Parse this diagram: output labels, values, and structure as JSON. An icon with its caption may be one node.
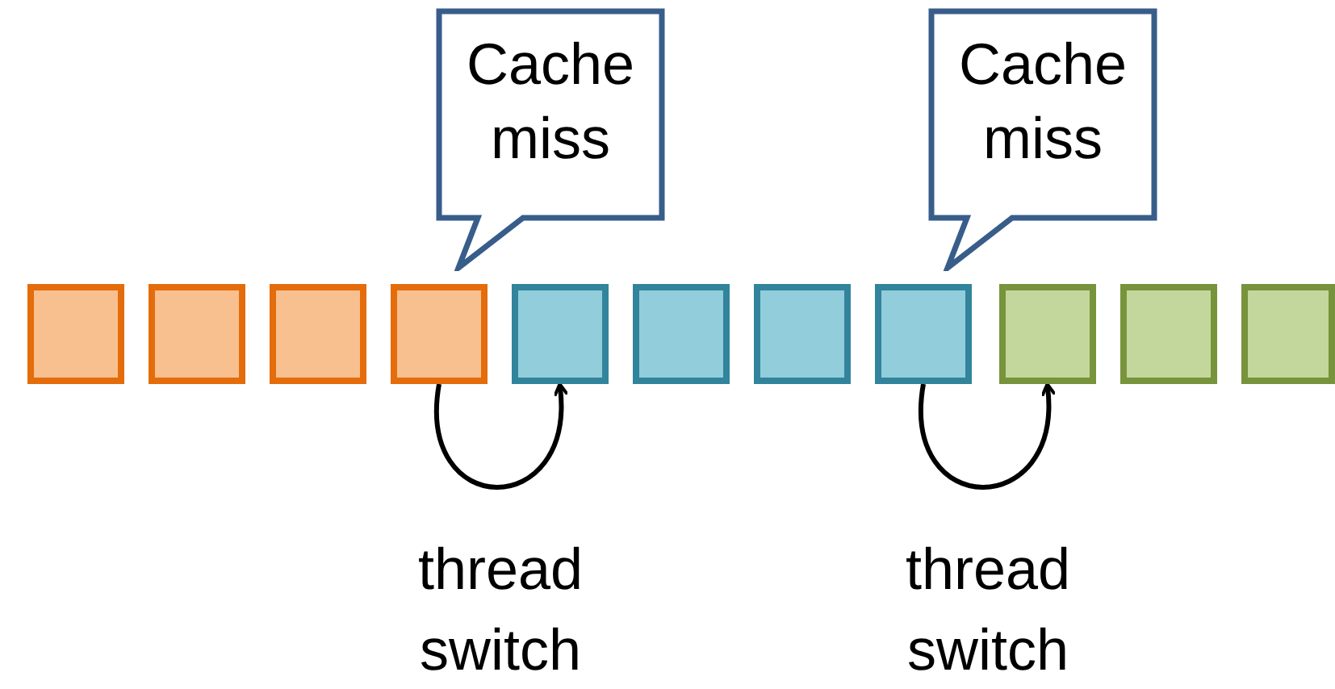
{
  "diagram": {
    "nodes": [
      {
        "text": [
          "Cache miss"
        ]
      },
      {
        "text": [
          "Cache miss"
        ]
      },
      {
        "text": [],
        "shape": "box"
      },
      {
        "text": [],
        "shape": "box"
      },
      {
        "text": [],
        "shape": "box"
      },
      {
        "text": [],
        "shape": "box"
      },
      {
        "text": [],
        "shape": "box"
      },
      {
        "text": [],
        "shape": "box"
      },
      {
        "text": [],
        "shape": "box"
      },
      {
        "text": [],
        "shape": "box"
      },
      {
        "text": [],
        "shape": "box"
      },
      {
        "text": [],
        "shape": "box"
      },
      {
        "text": [],
        "shape": "box"
      }
    ],
    "edges": [
      {
        "from": 5,
        "to": 6,
        "arrow": "to"
      },
      {
        "from": 9,
        "to": 10,
        "arrow": "to"
      }
    ],
    "labels": [
      "thread switch",
      "thread switch"
    ]
  }
}
